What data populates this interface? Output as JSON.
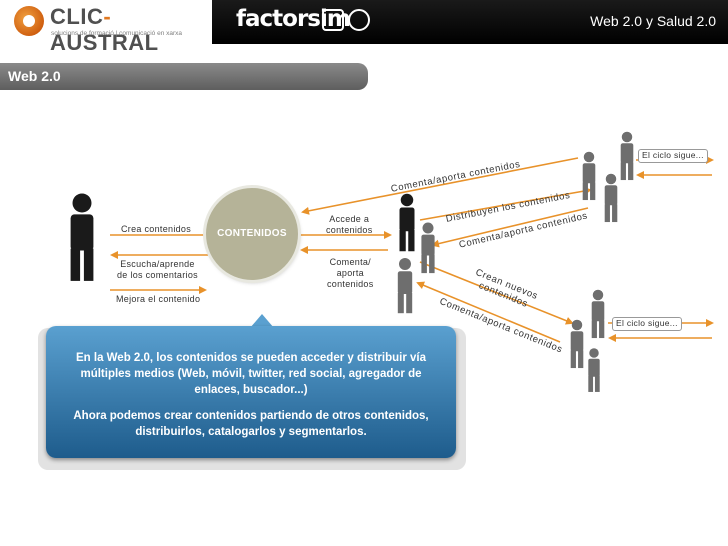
{
  "header": {
    "logo_name": "CLIC-AUSTRAL",
    "logo_tagline": "solucions de formació | comunicació en xarxa",
    "partner_logo": "factorsim",
    "slide_title": "Web 2.0 y Salud 2.0"
  },
  "section": {
    "title": "Web 2.0"
  },
  "diagram": {
    "center_label": "CONTENIDOS",
    "left": {
      "create": "Crea contenidos",
      "listen": [
        "Escucha/aprende",
        "de los comentarios"
      ],
      "improve": "Mejora el contenido"
    },
    "mid": {
      "access": [
        "Accede a",
        "contenidos"
      ],
      "comment": [
        "Comenta/",
        "aporta",
        "contenidos"
      ]
    },
    "rotated": {
      "comment_top": "Comenta/aporta contenidos",
      "distribute": "Distribuyen los contenidos",
      "comment_mid": "Comenta/aporta contenidos",
      "create_new": [
        "Crean nuevos",
        "contenidos"
      ],
      "comment_low": "Comenta/aporta contenidos"
    },
    "cycle_top": "El ciclo sigue...",
    "cycle_bottom": "El ciclo sigue..."
  },
  "callout": {
    "p1": "En la Web 2.0, los contenidos se pueden acceder y distribuir vía múltiples medios (Web, móvil, twitter, red social, agregador de enlaces, buscador...)",
    "p2": "Ahora podemos crear contenidos partiendo de otros contenidos, distribuirlos, catalogarlos y segmentarlos."
  },
  "colors": {
    "arrow": "#e8922a",
    "person_dark": "#1a1a1a",
    "person_gray": "#6e6e6e",
    "circle": "#b5b398",
    "callout": "#2f6fa0"
  }
}
